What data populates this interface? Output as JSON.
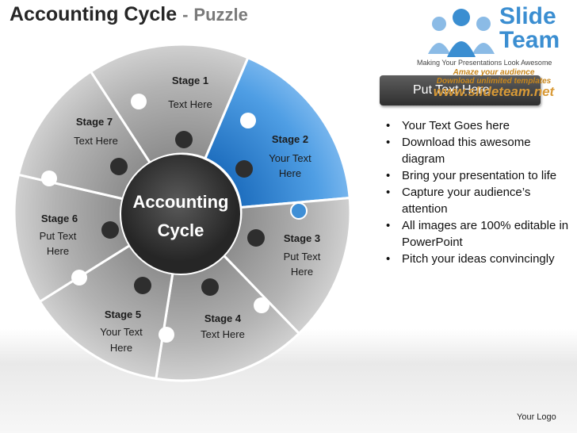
{
  "title": {
    "main": "Accounting Cycle",
    "separator": "-",
    "sub": "Puzzle"
  },
  "logo": {
    "word1": "Slide",
    "word2": "Team",
    "tagline": "Making Your Presentations Look Awesome"
  },
  "promo": {
    "line1": "Amaze your audience",
    "line2": "Download unlimited templates",
    "line3": "www.slideteam.net"
  },
  "callout": {
    "text": "Put Text Here"
  },
  "bullets": [
    "Your Text Goes here",
    "Download this awesome diagram",
    "Bring your presentation to life",
    "Capture your audience’s attention",
    "All images are 100% editable in PowerPoint",
    "Pitch your ideas convincingly"
  ],
  "center": {
    "line1": "Accounting",
    "line2": "Cycle"
  },
  "stages": [
    {
      "name": "Stage 1",
      "lines": [
        "Text Here"
      ]
    },
    {
      "name": "Stage 2",
      "lines": [
        "Your Text",
        "Here"
      ]
    },
    {
      "name": "Stage 3",
      "lines": [
        "Put Text",
        "Here"
      ]
    },
    {
      "name": "Stage 4",
      "lines": [
        "Text Here"
      ]
    },
    {
      "name": "Stage 5",
      "lines": [
        "Your Text",
        "Here"
      ]
    },
    {
      "name": "Stage 6",
      "lines": [
        "Put Text",
        "Here"
      ]
    },
    {
      "name": "Stage 7",
      "lines": [
        "Text Here"
      ]
    }
  ],
  "footer": {
    "logo_text": "Your Logo"
  },
  "colors": {
    "highlight": "#3f8fd6",
    "segment": "#a8a8a8",
    "hub": "#3a3a3a",
    "logo_blue": "#3b8ed1"
  }
}
